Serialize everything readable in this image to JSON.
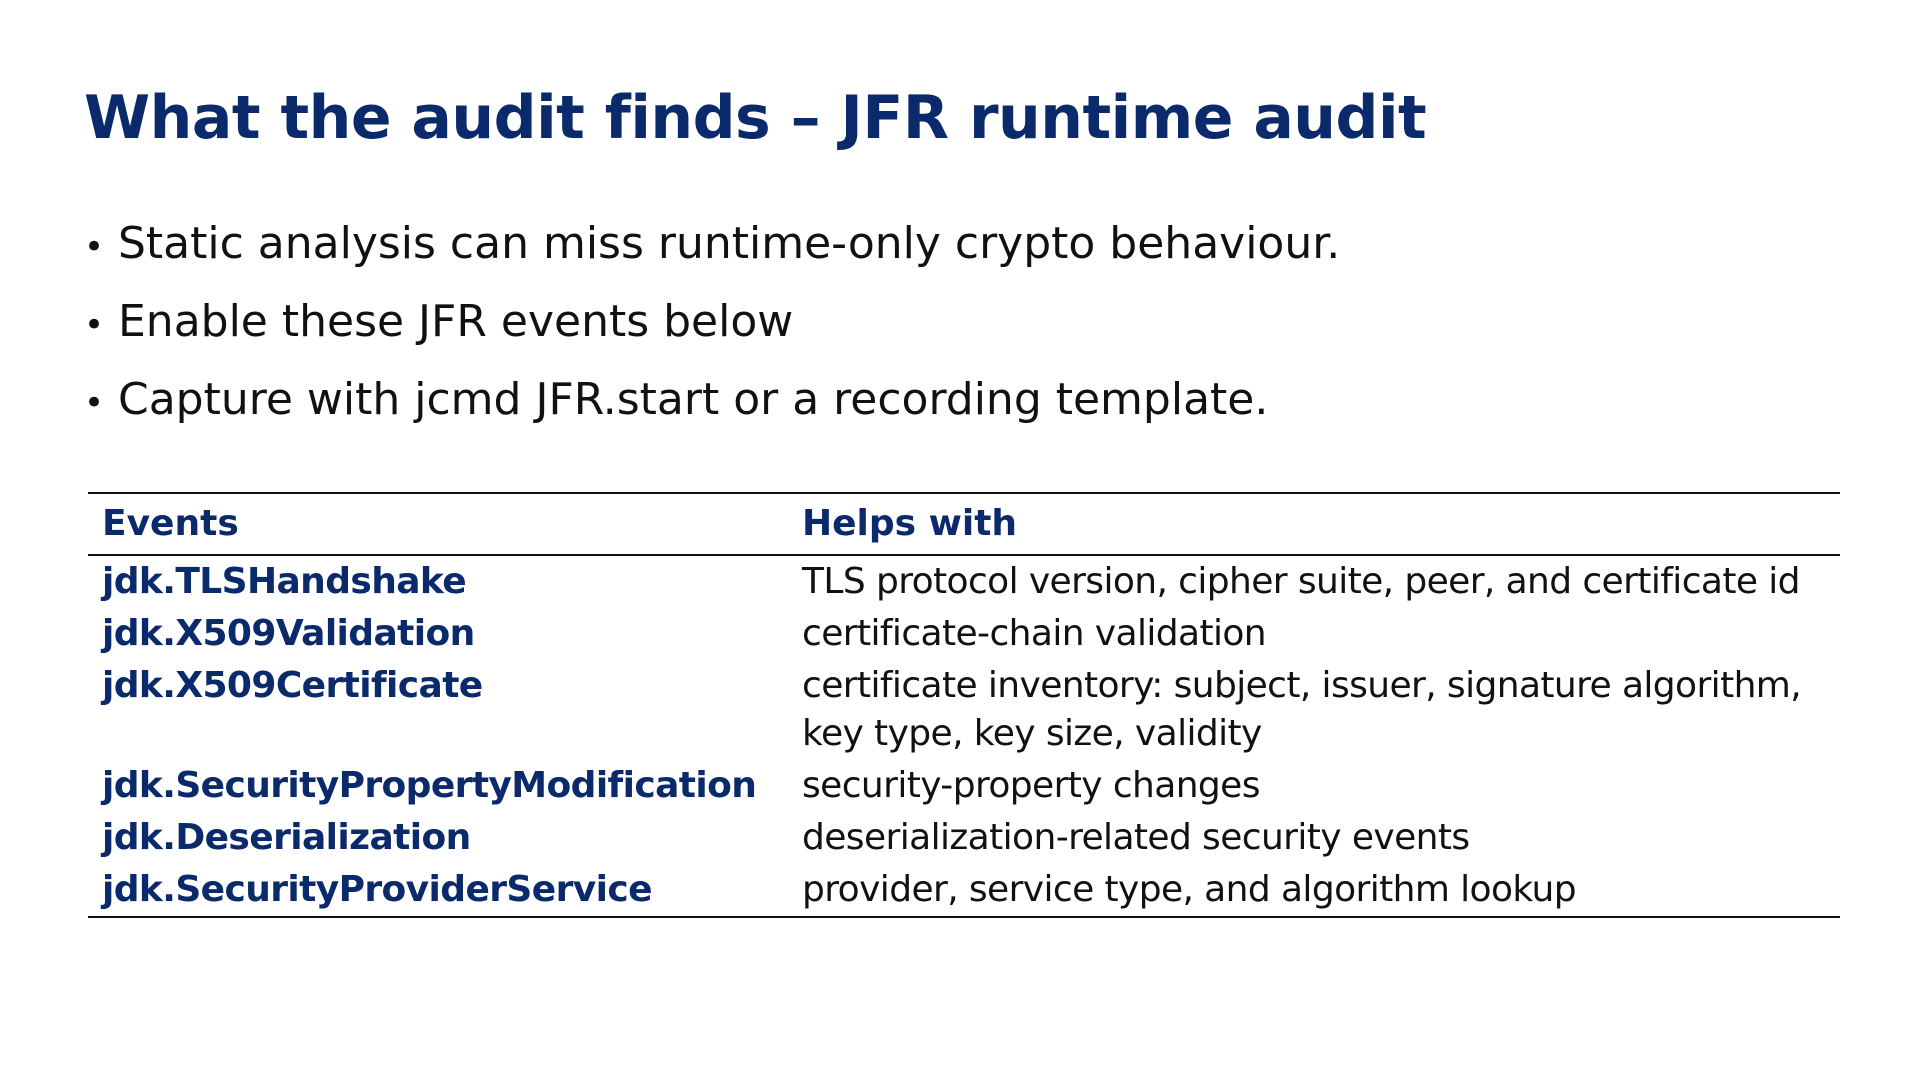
{
  "slide": {
    "title": "What the audit finds – JFR runtime audit",
    "bullets": [
      "Static analysis can miss runtime-only crypto behaviour.",
      "Enable these JFR events below",
      "Capture with jcmd JFR.start or a recording template."
    ],
    "table": {
      "headers": [
        "Events",
        "Helps with"
      ],
      "rows": [
        {
          "event": "jdk.TLSHandshake",
          "helps": "TLS protocol version, cipher suite, peer, and certificate id"
        },
        {
          "event": "jdk.X509Validation",
          "helps": "certificate-chain validation"
        },
        {
          "event": "jdk.X509Certificate",
          "helps": "certificate inventory: subject, issuer, signature algorithm, key type, key size, validity"
        },
        {
          "event": "jdk.SecurityPropertyModification",
          "helps": "security-property changes"
        },
        {
          "event": "jdk.Deserialization",
          "helps": "deserialization-related security events"
        },
        {
          "event": "jdk.SecurityProviderService",
          "helps": "provider, service type, and algorithm lookup"
        }
      ]
    },
    "colors": {
      "heading": "#0b2a6b",
      "body_text": "#111111",
      "rule": "#111111",
      "background": "#ffffff"
    }
  }
}
